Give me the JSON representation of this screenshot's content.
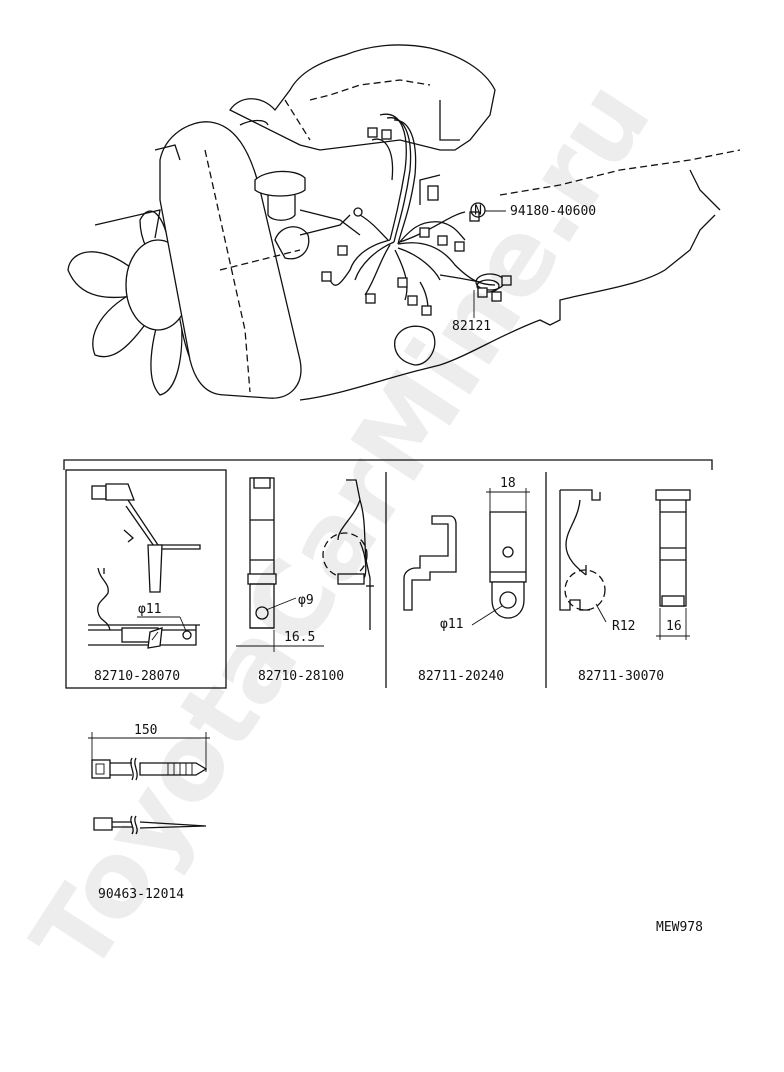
{
  "watermark": "ToyotaCarMine.ru",
  "engine_view": {
    "callouts": {
      "bolt_symbol": "N",
      "bolt_part": "94180-40600",
      "harness_part": "82121"
    }
  },
  "parts_panel": {
    "items": [
      {
        "part": "82710-28070",
        "dims": [
          "φ11"
        ]
      },
      {
        "part": "82710-28100",
        "dims": [
          "φ9",
          "16.5"
        ]
      },
      {
        "part": "82711-20240",
        "dims": [
          "18",
          "φ11"
        ]
      },
      {
        "part": "82711-30070",
        "dims": [
          "R12",
          "16"
        ]
      }
    ]
  },
  "tie_band": {
    "length": "150",
    "part": "90463-12014"
  },
  "drawing_code": "MEW978"
}
